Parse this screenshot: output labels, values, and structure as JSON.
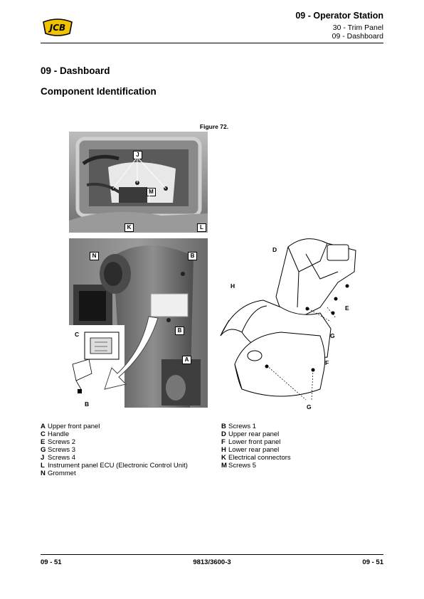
{
  "logo_text": "JCB",
  "header": {
    "chapter": "09 - Operator Station",
    "section": "30 - Trim Panel",
    "subsection": "09 - Dashboard"
  },
  "heading": "09 - Dashboard",
  "subheading": "Component Identification",
  "figure": {
    "caption": "Figure 72.",
    "photo_callouts": {
      "top": [
        "J",
        "M",
        "K",
        "L"
      ],
      "bottom": [
        "N",
        "B",
        "B",
        "A",
        "C",
        "B"
      ]
    },
    "drawing_callouts": [
      "D",
      "H",
      "E",
      "G",
      "F",
      "G"
    ]
  },
  "legend": {
    "left": [
      {
        "key": "A",
        "text": "Upper front panel"
      },
      {
        "key": "C",
        "text": "Handle"
      },
      {
        "key": "E",
        "text": "Screws 2"
      },
      {
        "key": "G",
        "text": "Screws 3"
      },
      {
        "key": "J",
        "text": "Screws 4"
      },
      {
        "key": "L",
        "text": "Instrument panel ECU (Electronic Control Unit)"
      },
      {
        "key": "N",
        "text": "Grommet"
      }
    ],
    "right": [
      {
        "key": "B",
        "text": "Screws 1"
      },
      {
        "key": "D",
        "text": "Upper rear panel"
      },
      {
        "key": "F",
        "text": "Lower front panel"
      },
      {
        "key": "H",
        "text": "Lower rear panel"
      },
      {
        "key": "K",
        "text": "Electrical connectors"
      },
      {
        "key": "M",
        "text": "Screws 5"
      }
    ]
  },
  "footer": {
    "left": "09 - 51",
    "center": "9813/3600-3",
    "right": "09 - 51"
  }
}
